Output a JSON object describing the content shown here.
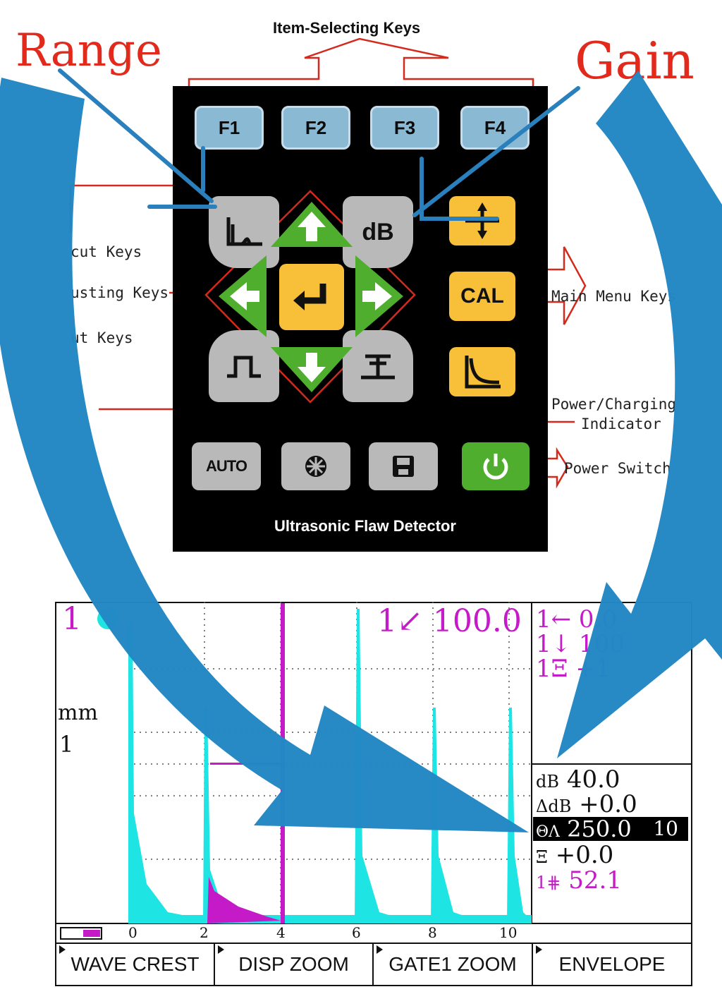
{
  "callouts": {
    "range": "Range",
    "gain": "Gain"
  },
  "annotations": {
    "item_selecting": "Item-Selecting Keys",
    "shortcut_1": "cut Keys",
    "adjusting": "usting Keys",
    "shortcut_2": "ut Keys",
    "main_menu": "Main Menu Keys",
    "power_charging_1": "Power/Charging",
    "power_charging_2": "Indicator",
    "power_switch": "Power Switch"
  },
  "panel": {
    "title": "Ultrasonic Flaw Detector",
    "f_keys": [
      "F1",
      "F2",
      "F3",
      "F4"
    ],
    "db_label": "dB",
    "cal_label": "CAL",
    "auto_label": "AUTO"
  },
  "screen": {
    "channel": "1",
    "gate_level": "1↙ 100.0",
    "right_top": {
      "start": "1← 0.0",
      "width": "1↓ 100",
      "threshold": "1Ξ +1"
    },
    "unit": "mm",
    "unit_scale": "1",
    "params": {
      "db": {
        "label": "dB",
        "value": "40.0"
      },
      "delta_db": {
        "label": "ΔdB",
        "value": "+0.0"
      },
      "range": {
        "label": "ΘΛ",
        "value": "250.0",
        "step": "10"
      },
      "delay": {
        "label": "Ξ",
        "value": "+0.0"
      },
      "gate_peak": {
        "label": "1⋕",
        "value": "52.1"
      }
    },
    "x_ticks": [
      "0",
      "2",
      "4",
      "6",
      "8",
      "10"
    ],
    "softkeys": [
      "WAVE CREST",
      "DISP ZOOM",
      "GATE1 ZOOM",
      "ENVELOPE"
    ]
  },
  "colors": {
    "callout": "#e12a1c",
    "arrow": "#2b8dc4",
    "trace_cyan": "#1fe4e4",
    "trace_magenta": "#c41ac8",
    "fkey": "#8ab9d4",
    "yellow_key": "#f8c039",
    "green_key": "#4fae2e"
  }
}
